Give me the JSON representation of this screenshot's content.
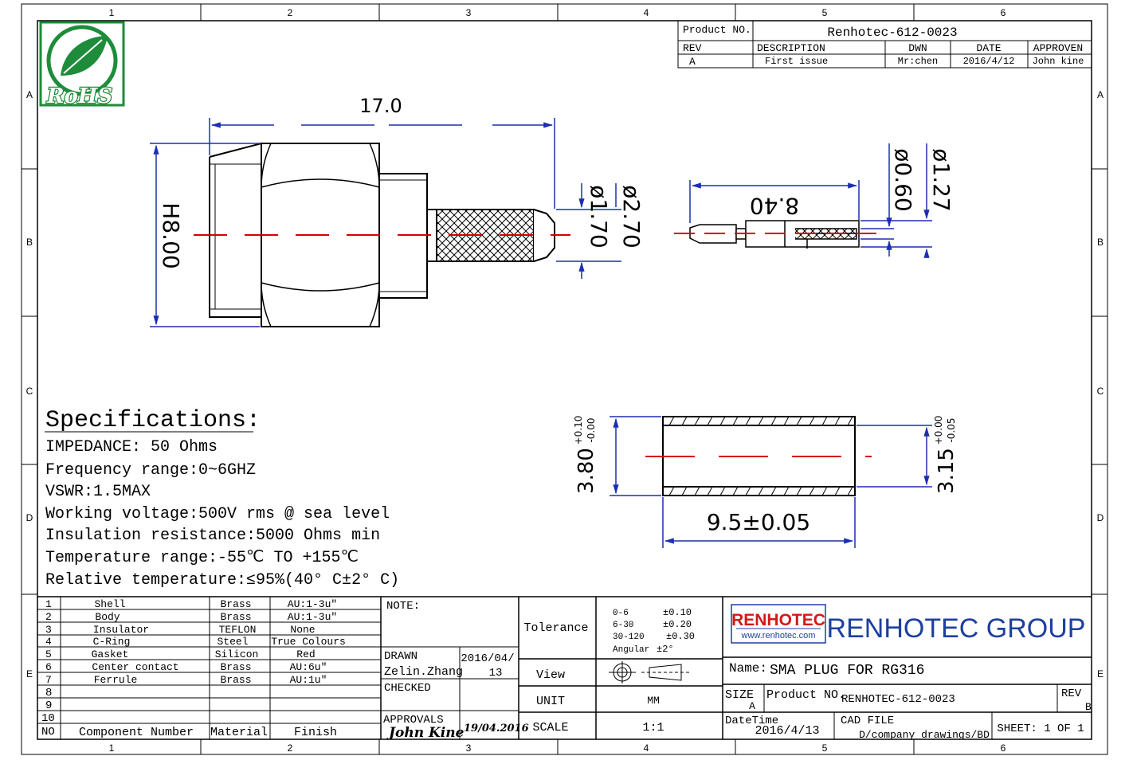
{
  "zones": {
    "cols": [
      "1",
      "2",
      "3",
      "4",
      "5",
      "6"
    ],
    "rows": [
      "A",
      "B",
      "C",
      "D",
      "E"
    ]
  },
  "logo": {
    "rohs": "RoHS"
  },
  "revision_block": {
    "product_no_label": "Product NO.",
    "product_no": "Renhotec-612-0023",
    "rev_label": "REV",
    "description_label": "DESCRIPTION",
    "dwn_label": "DWN",
    "date_label": "DATE",
    "approven_label": "APPROVEN",
    "row": {
      "rev": "A",
      "description": "First issue",
      "dwn": "Mr:chen",
      "date": "2016/4/12",
      "approven": "John kine"
    }
  },
  "dimensions": {
    "length": "17.0",
    "hex": "H8.00",
    "d1": "ø1.70",
    "d2": "ø2.70",
    "pin_len": "8.40",
    "pin_d1": "ø0.60",
    "pin_d2": "ø1.27",
    "ferrule_od": "3.80",
    "ferrule_od_tol_plus": "+0.10",
    "ferrule_od_tol_minus": "-0.00",
    "ferrule_id": "3.15",
    "ferrule_id_tol_plus": "+0.00",
    "ferrule_id_tol_minus": "-0.05",
    "ferrule_len": "9.5±0.05"
  },
  "specs": {
    "title": "Specifications:",
    "lines": [
      "IMPEDANCE: 50 Ohms",
      "Frequency range:0~6GHZ",
      "VSWR:1.5MAX",
      "Working voltage:500V rms @ sea level",
      "Insulation resistance:5000 Ohms min",
      "Temperature range:-55℃ TO +155℃",
      "Relative temperature:≤95%(40° C±2° C)"
    ]
  },
  "bom": {
    "headers": {
      "no": "NO",
      "component": "Component Number",
      "material": "Material",
      "finish": "Finish"
    },
    "rows": [
      {
        "no": "1",
        "component": "Shell",
        "material": "Brass",
        "finish": "AU:1-3u\""
      },
      {
        "no": "2",
        "component": "Body",
        "material": "Brass",
        "finish": "AU:1-3u\""
      },
      {
        "no": "3",
        "component": "Insulator",
        "material": "TEFLON",
        "finish": "None"
      },
      {
        "no": "4",
        "component": "C-Ring",
        "material": "Steel",
        "finish": "True Colours"
      },
      {
        "no": "5",
        "component": "Gasket",
        "material": "Silicon",
        "finish": "Red"
      },
      {
        "no": "6",
        "component": "Center contact",
        "material": "Brass",
        "finish": "AU:6u\""
      },
      {
        "no": "7",
        "component": "Ferrule",
        "material": "Brass",
        "finish": "AU:1u\""
      },
      {
        "no": "8",
        "component": "",
        "material": "",
        "finish": ""
      },
      {
        "no": "9",
        "component": "",
        "material": "",
        "finish": ""
      },
      {
        "no": "10",
        "component": "",
        "material": "",
        "finish": ""
      }
    ]
  },
  "title_block": {
    "note_label": "NOTE:",
    "drawn_label": "DRAWN",
    "drawn_name": "Zelin.Zhang",
    "drawn_date_1": "2016/04/",
    "drawn_date_2": "13",
    "checked_label": "CHECKED",
    "approvals_label": "APPROVALS",
    "approvals_sign": "John Kine",
    "approvals_date": "19/04.2016",
    "tolerance_label": "Tolerance",
    "tolerances": [
      {
        "range": "0-6",
        "value": "±0.10"
      },
      {
        "range": "6-30",
        "value": "±0.20"
      },
      {
        "range": "30-120",
        "value": "±0.30"
      },
      {
        "range": "Angular",
        "value": "±2°"
      }
    ],
    "view_label": "View",
    "unit_label": "UNIT",
    "unit_value": "MM",
    "scale_label": "SCALE",
    "scale_value": "1:1",
    "brand": "RENHOTEC",
    "brand_url": "www.renhotec.com",
    "company": "RENHOTEC GROUP",
    "name_label": "Name:",
    "name_value": "SMA PLUG FOR RG316",
    "size_label": "SIZE",
    "size_value": "A",
    "product_no_label": "Product NO.",
    "product_no_value": "RENHOTEC-612-0023",
    "rev_label": "REV",
    "rev_value": "B",
    "datetime_label": "DateTime",
    "datetime_value": "2016/4/13",
    "cad_label": "CAD FILE",
    "cad_value": "D/company drawings/BD",
    "sheet": "SHEET: 1 OF 1"
  },
  "colors": {
    "dimension": "#1c2fb0",
    "centerline": "#d40000",
    "brand_red": "#d11a1a",
    "brand_blue": "#1c3fa0",
    "logo_green": "#1e8c3a"
  }
}
